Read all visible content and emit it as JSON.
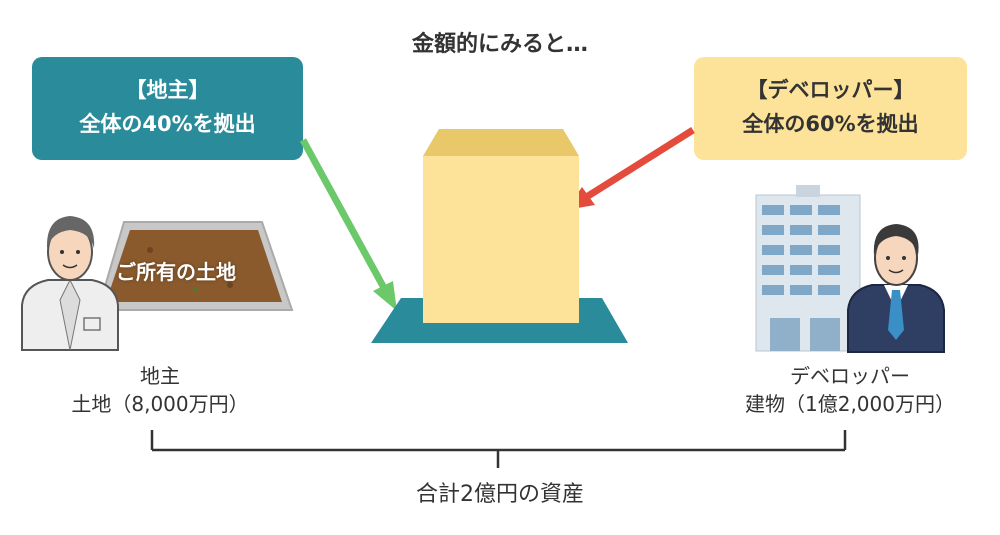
{
  "title": "金額的にみると…",
  "landowner_callout": {
    "heading": "【地主】",
    "text": "全体の40%を拠出"
  },
  "developer_callout": {
    "heading": "【デベロッパー】",
    "text": "全体の60%を拠出"
  },
  "land_tag": "ご所有の土地",
  "landowner_label": {
    "name": "地主",
    "asset": "土地（8,000万円）"
  },
  "developer_label": {
    "name": "デベロッパー",
    "asset": "建物（1億2,000万円）"
  },
  "total_label": "合計2億円の資産",
  "colors": {
    "teal": "#2a8b9a",
    "yellow": "#fde39a",
    "green_arrow": "#6cc96a",
    "red_arrow": "#e44b3c"
  }
}
